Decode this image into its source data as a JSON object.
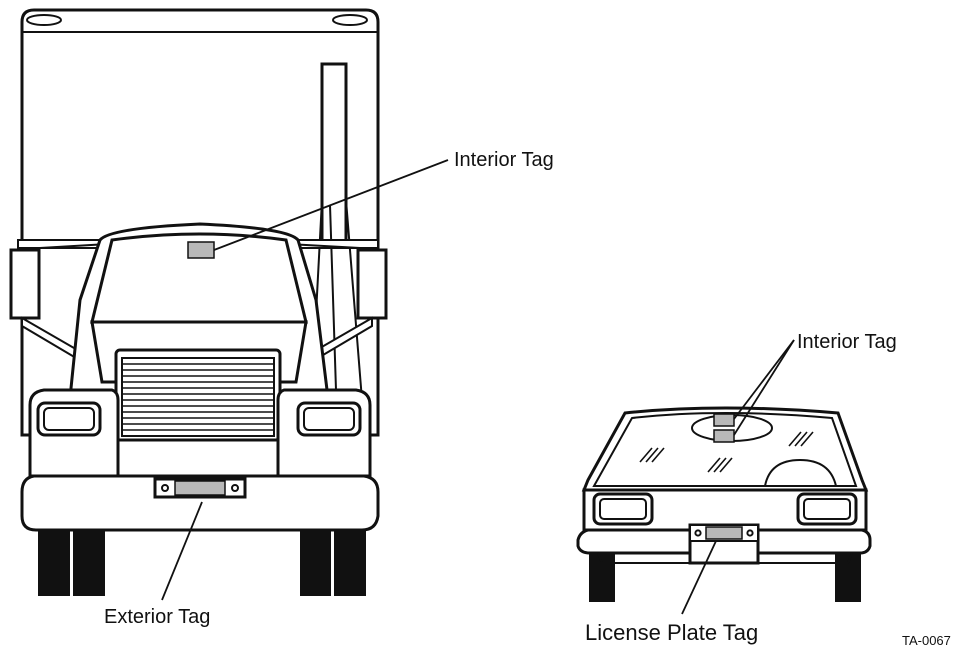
{
  "diagram": {
    "labels": {
      "truck_interior_tag": "Interior Tag",
      "truck_exterior_tag": "Exterior Tag",
      "car_interior_tag": "Interior Tag",
      "car_license_plate_tag": "License Plate Tag",
      "figure_id": "TA-0067"
    }
  }
}
